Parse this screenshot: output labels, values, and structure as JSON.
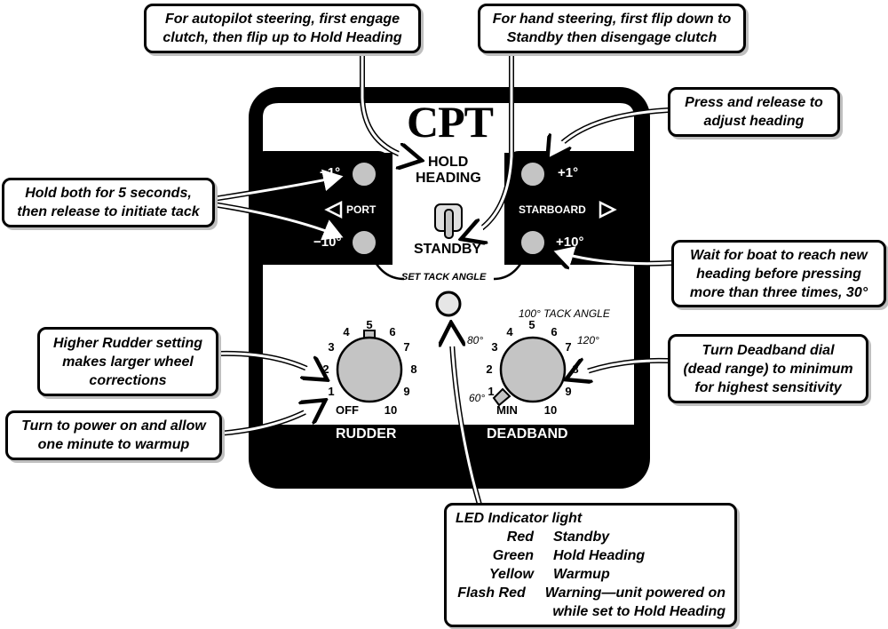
{
  "brand": "CPT",
  "switch": {
    "hold_label_1": "HOLD",
    "hold_label_2": "HEADING",
    "standby_label": "STANDBY"
  },
  "port": {
    "label": "PORT",
    "btn_minus1": "−1°",
    "btn_minus10": "−10°"
  },
  "starboard": {
    "label": "STARBOARD",
    "btn_plus1": "+1°",
    "btn_plus10": "+10°"
  },
  "tack_label": "SET TACK ANGLE",
  "rudder": {
    "label": "RUDDER",
    "ticks": [
      "OFF",
      "1",
      "2",
      "3",
      "4",
      "5",
      "6",
      "7",
      "8",
      "9",
      "10"
    ]
  },
  "deadband": {
    "label": "DEADBAND",
    "ticks": [
      "MIN",
      "1",
      "2",
      "3",
      "4",
      "5",
      "6",
      "7",
      "8",
      "9",
      "10"
    ],
    "tack_angles": {
      "title": "100° TACK ANGLE",
      "a80": "80°",
      "a120": "120°",
      "a60": "60°"
    }
  },
  "callouts": {
    "autopilot": [
      "For autopilot steering, first engage",
      "clutch, then flip up to Hold Heading"
    ],
    "hand": [
      "For hand steering, first flip down to",
      "Standby then disengage clutch"
    ],
    "adjust": [
      "Press and release to",
      "adjust heading"
    ],
    "tack": [
      "Hold both for 5 seconds,",
      "then release to initiate tack"
    ],
    "wait": [
      "Wait for boat to reach new",
      "heading before pressing",
      "more than three times, 30°"
    ],
    "rudder_setting": [
      "Higher Rudder setting",
      "makes larger wheel",
      "corrections"
    ],
    "power": [
      "Turn to power on and allow",
      "one minute to warmup"
    ],
    "deadband_dial": [
      "Turn Deadband dial",
      "(dead range) to minimum",
      "for highest sensitivity"
    ]
  },
  "led": {
    "title": "LED Indicator light",
    "rows": [
      {
        "color": "Red",
        "meaning": "Standby"
      },
      {
        "color": "Green",
        "meaning": "Hold Heading"
      },
      {
        "color": "Yellow",
        "meaning": "Warmup"
      },
      {
        "color": "Flash Red",
        "meaning": "Warning—unit powered on"
      }
    ],
    "extra": "while set to Hold Heading"
  },
  "colors": {
    "panel": "#000000",
    "face": "#ffffff",
    "button": "#c4c4c4",
    "knob": "#c4c4c4"
  }
}
